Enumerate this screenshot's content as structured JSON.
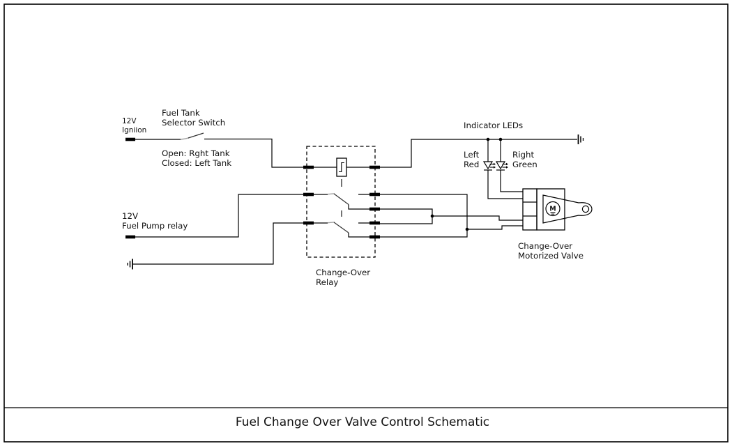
{
  "title": "Fuel Change Over Valve Control Schematic",
  "colors": {
    "line": "#000000",
    "background": "#ffffff",
    "text": "#111111"
  },
  "labels": {
    "ignition_supply": {
      "line1": "12V",
      "line2": "Igniion"
    },
    "selector_switch": {
      "line1": "Fuel Tank",
      "line2": "Selector Switch"
    },
    "switch_states": {
      "line1": "Open: Rght Tank",
      "line2": "Closed: Left Tank"
    },
    "pump_supply": {
      "line1": "12V",
      "line2": "Fuel Pump relay"
    },
    "relay": {
      "line1": "Change-Over",
      "line2": "Relay"
    },
    "indicator_leds": "Indicator LEDs",
    "led_left": {
      "line1": "Left",
      "line2": "Red"
    },
    "led_right": {
      "line1": "Right",
      "line2": "Green"
    },
    "valve": {
      "line1": "Change-Over",
      "line2": "Motorized Valve"
    },
    "motor_symbol": "M"
  }
}
